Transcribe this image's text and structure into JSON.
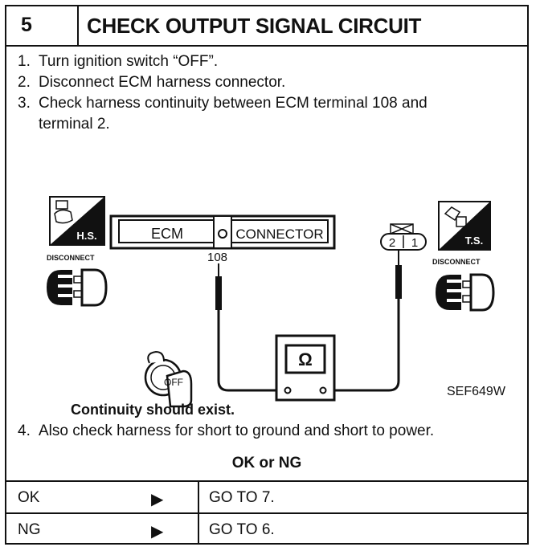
{
  "header": {
    "step_number": "5",
    "title": "CHECK OUTPUT SIGNAL CIRCUIT"
  },
  "instructions": [
    {
      "num": "1.",
      "text": "Turn ignition switch “OFF”."
    },
    {
      "num": "2.",
      "text": "Disconnect ECM harness connector."
    },
    {
      "num": "3.",
      "text": "Check harness continuity between ECM terminal 108 and",
      "cont": "terminal 2."
    }
  ],
  "diagram": {
    "hs_badge": "H.S.",
    "ts_badge": "T.S.",
    "disconnect_label": "DISCONNECT",
    "ecm_label": "ECM",
    "connector_label": "CONNECTOR",
    "terminal_108": "108",
    "connector_pins": [
      "2",
      "1"
    ],
    "ohm_symbol": "Ω",
    "key_label": "OFF",
    "figure_code": "SEF649W",
    "continuity_note": "Continuity should exist."
  },
  "step4": {
    "num": "4.",
    "text": "Also check harness for short to ground and short to power."
  },
  "results": {
    "heading": "OK or NG",
    "rows": [
      {
        "key": "OK",
        "arrow": "▶",
        "action": "GO TO 7."
      },
      {
        "key": "NG",
        "arrow": "▶",
        "action": "GO TO 6."
      }
    ]
  }
}
